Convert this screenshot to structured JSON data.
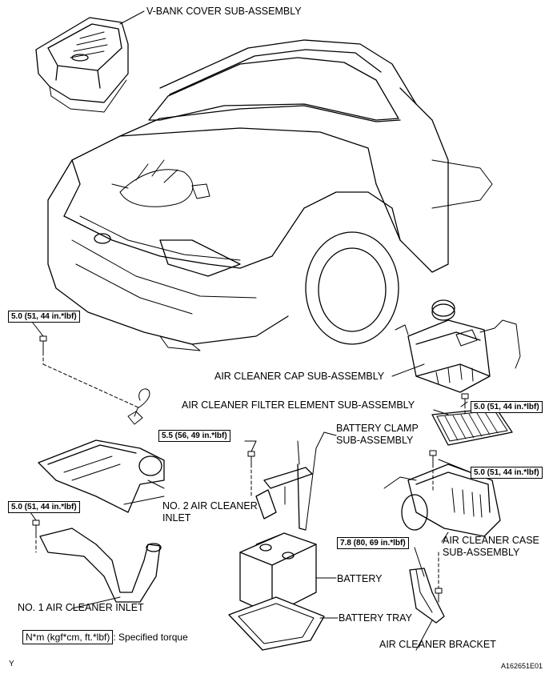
{
  "labels": {
    "vbank_cover": "V-BANK COVER SUB-ASSEMBLY",
    "cap": "AIR CLEANER CAP SUB-ASSEMBLY",
    "filter": "AIR CLEANER FILTER ELEMENT SUB-ASSEMBLY",
    "clamp_1": "BATTERY CLAMP",
    "clamp_2": "SUB-ASSEMBLY",
    "inlet2_1": "NO. 2 AIR CLEANER",
    "inlet2_2": "INLET",
    "inlet1": "NO. 1 AIR CLEANER INLET",
    "battery": "BATTERY",
    "tray": "BATTERY TRAY",
    "case_1": "AIR CLEANER CASE",
    "case_2": "SUB-ASSEMBLY",
    "bracket": "AIR CLEANER BRACKET"
  },
  "torques": {
    "t1": "5.0 (51, 44 in.*lbf)",
    "t2": "5.0 (51, 44 in.*lbf)",
    "t3": "5.5 (56, 49 in.*lbf)",
    "t4": "5.0 (51, 44 in.*lbf)",
    "t5": "5.0 (51, 44 in.*lbf)",
    "t6": "7.8 (80, 69 in.*lbf)"
  },
  "legend": {
    "units": "N*m (kgf*cm, ft.*lbf)",
    "text": ": Specified torque"
  },
  "footer": {
    "left": "Y",
    "right": "A162651E01"
  }
}
